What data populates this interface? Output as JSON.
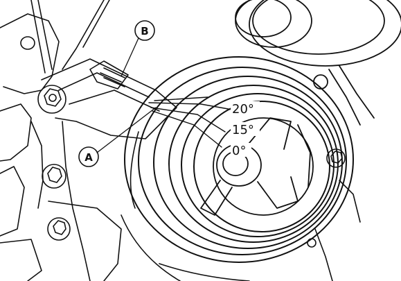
{
  "callouts": {
    "a": {
      "label": "A"
    },
    "b": {
      "label": "B"
    }
  },
  "timing_marks": [
    {
      "label": "20°"
    },
    {
      "label": "15°"
    },
    {
      "label": "0°"
    }
  ],
  "colors": {
    "line": "#111111",
    "background": "#ffffff"
  }
}
